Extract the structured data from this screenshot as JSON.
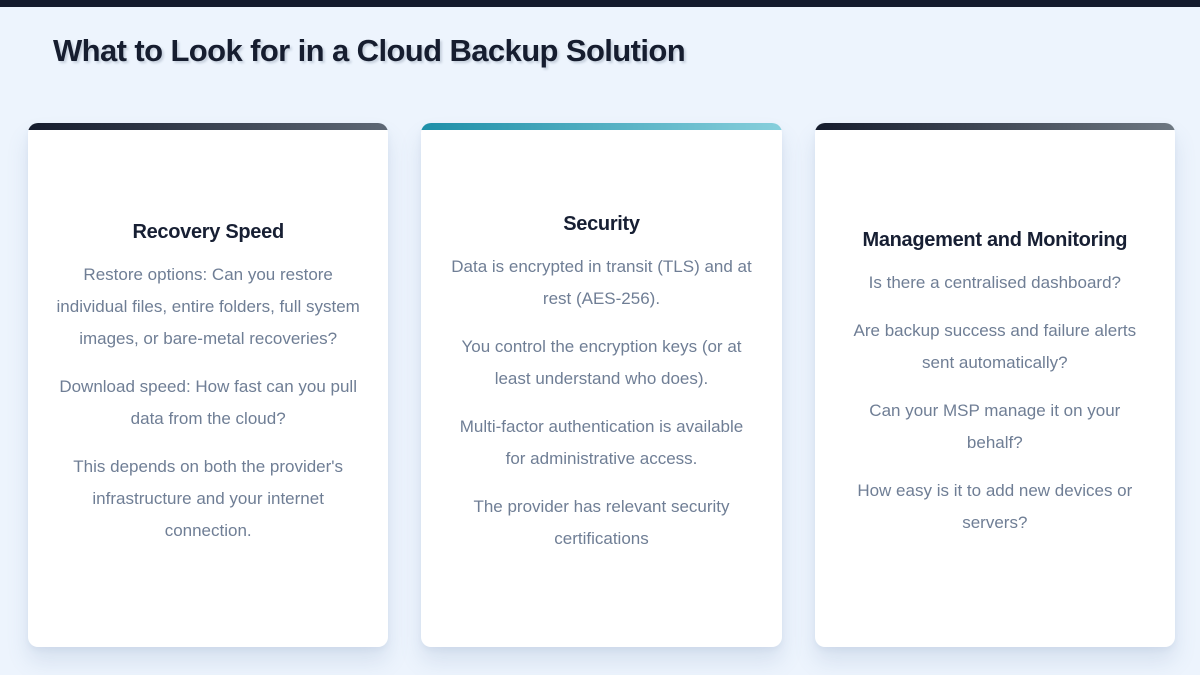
{
  "page": {
    "title": "What to Look for in a Cloud Backup Solution"
  },
  "colors": {
    "background": "#EDF4FD",
    "top_bar": "#141B2D",
    "title_text": "#161D2F",
    "card_background": "#FFFFFF",
    "card_title_text": "#171F33",
    "body_text": "#6F7E95"
  },
  "cards": [
    {
      "title": "Recovery Speed",
      "accent_gradient": [
        "#151C2D",
        "#5E6875"
      ],
      "paragraphs": [
        "Restore options: Can you restore individual files, entire folders, full system images, or bare-metal recoveries?",
        "Download speed: How fast can you pull data from the cloud?",
        "This depends on both the provider's infrastructure and your internet connection."
      ]
    },
    {
      "title": "Security",
      "accent_gradient": [
        "#1D8FA8",
        "#87CFDC"
      ],
      "paragraphs": [
        "Data is encrypted in transit (TLS) and at rest (AES-256).",
        "You control the encryption keys (or at least understand who does).",
        "Multi-factor authentication is available for administrative access.",
        "The provider has relevant security certifications"
      ]
    },
    {
      "title": "Management and Monitoring",
      "accent_gradient": [
        "#151C2D",
        "#6E7882"
      ],
      "paragraphs": [
        "Is there a centralised dashboard?",
        "Are backup success and failure alerts sent automatically?",
        "Can your MSP manage it on your behalf?",
        "How easy is it to add new devices or servers?"
      ]
    }
  ]
}
